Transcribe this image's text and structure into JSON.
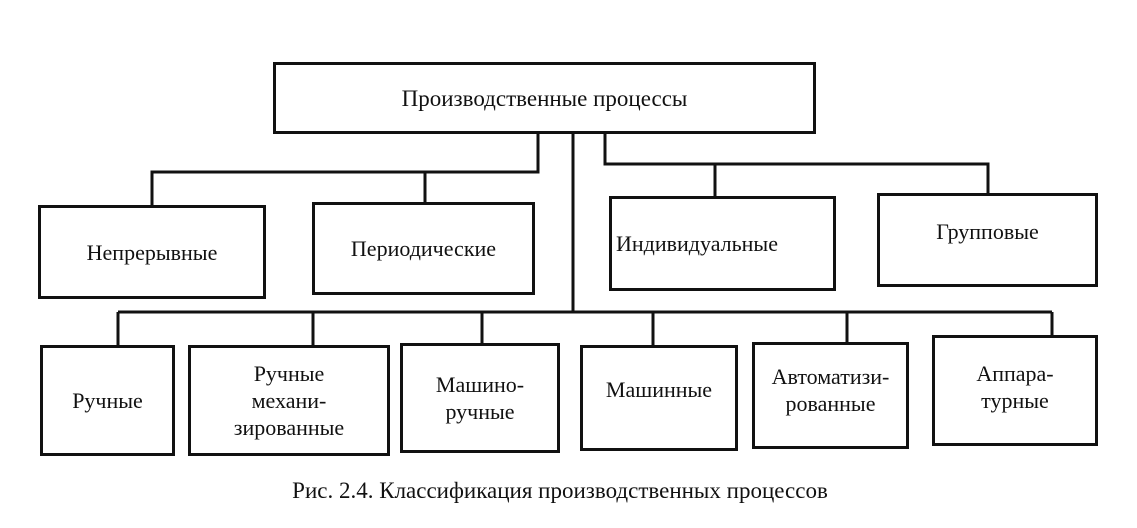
{
  "root": "Производственные процессы",
  "level1": [
    "Непрерывные",
    "Периодические",
    "Индивидуальные",
    "Групповые"
  ],
  "level2": [
    [
      "Ручные"
    ],
    [
      "Ручные",
      "механи-",
      "зированные"
    ],
    [
      "Машино-",
      "ручные"
    ],
    [
      "Машинные"
    ],
    [
      "Автоматизи-",
      "рованные"
    ],
    [
      "Аппара-",
      "турные"
    ]
  ],
  "caption": "Рис. 2.4. Классификация производственных процессов"
}
